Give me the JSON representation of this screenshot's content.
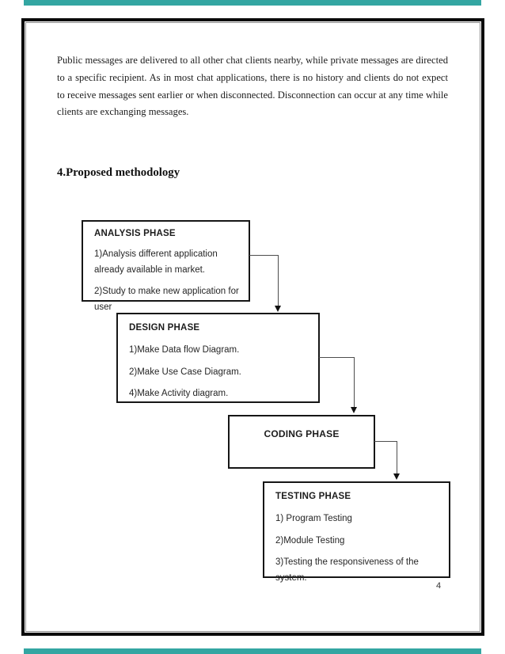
{
  "page": {
    "paragraph": "Public messages are delivered to all other chat clients nearby, while private messages are directed to a specific recipient. As in most chat applications, there is no history and clients do not expect to receive messages sent earlier or when disconnected. Disconnection can occur at any time while clients are exchanging messages.",
    "heading": "4.Proposed methodology",
    "page_number": "4"
  },
  "flowchart": {
    "boxes": [
      {
        "title": "ANALYSIS PHASE",
        "items": [
          "1)Analysis different application already available in market.",
          "2)Study to make new application for user"
        ]
      },
      {
        "title": "DESIGN  PHASE",
        "items": [
          "1)Make Data flow Diagram.",
          "2)Make  Use Case Diagram.",
          "4)Make Activity diagram."
        ]
      },
      {
        "title": "CODING PHASE",
        "items": []
      },
      {
        "title": "TESTING PHASE",
        "items": [
          "1) Program Testing",
          "2)Module Testing",
          "3)Testing the responsiveness of the system."
        ]
      }
    ]
  },
  "colors": {
    "accent_teal": "#33a6a2",
    "page_border": "#0a0a0a",
    "connector_line": "#4d4d4d",
    "text": "#1c1c1c"
  }
}
